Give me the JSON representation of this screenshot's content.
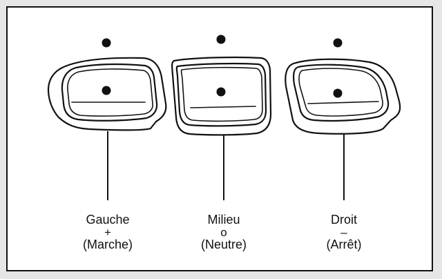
{
  "diagram": {
    "buttons": [
      {
        "id": "left",
        "name": "Gauche",
        "symbol": "+",
        "state": "(Marche)"
      },
      {
        "id": "middle",
        "name": "Milieu",
        "symbol": "o",
        "state": "(Neutre)"
      },
      {
        "id": "right",
        "name": "Droit",
        "symbol": "–",
        "state": "(Arrêt)"
      }
    ]
  },
  "colors": {
    "ink": "#111111",
    "button_fill": "#ffffff",
    "background": "#ffffff",
    "outer_background": "#e6e6e6"
  }
}
